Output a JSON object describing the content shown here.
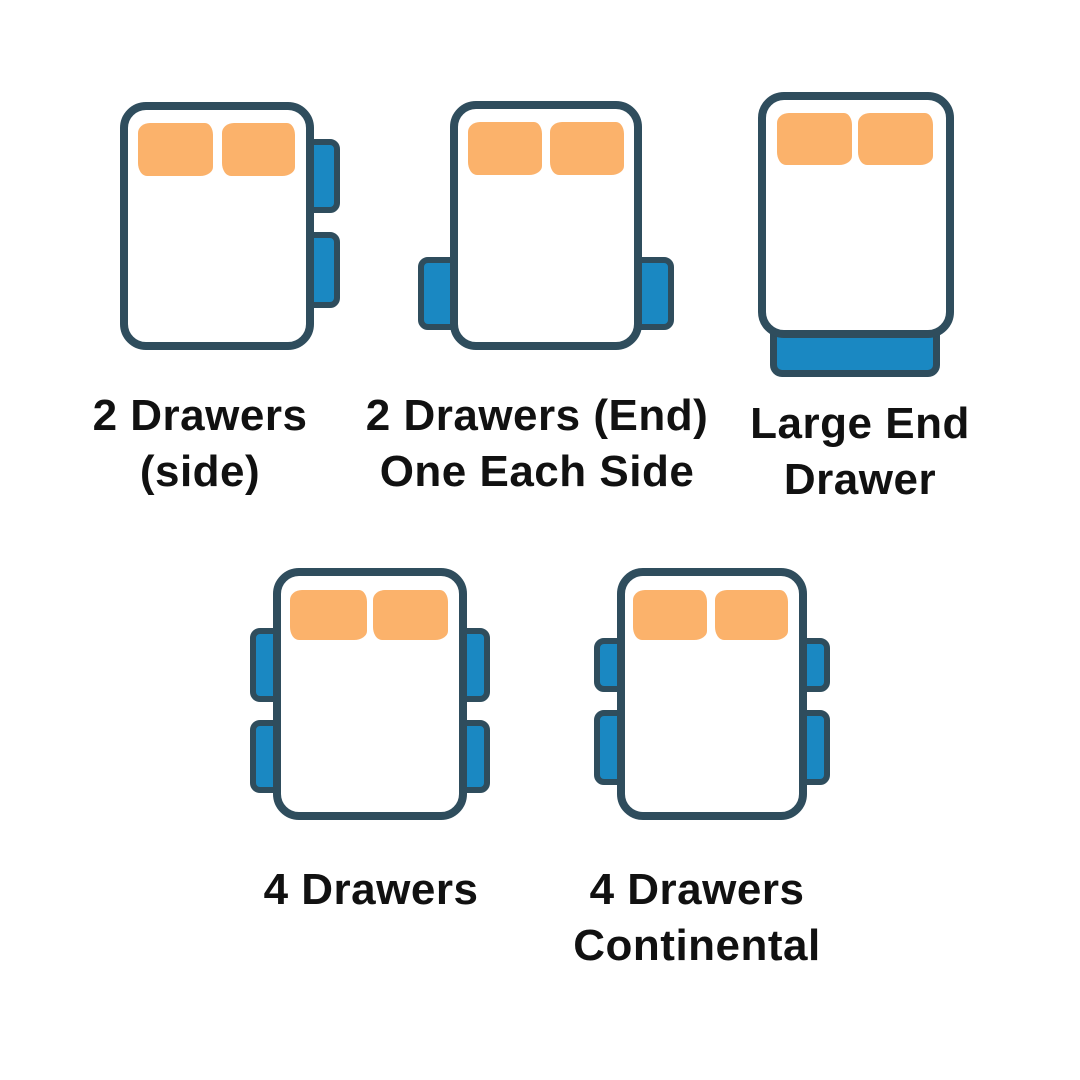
{
  "page": {
    "background": "#ffffff"
  },
  "colors": {
    "page_bg": "#ffffff",
    "outline": "#2f4d5d",
    "drawer_fill": "#1a88c2",
    "pillow_fill": "#fbb26b",
    "bed_fill": "#ffffff",
    "label_text": "#111111"
  },
  "diagram": {
    "variants": [
      {
        "id": "2-drawers-side",
        "label_lines": [
          "2 Drawers",
          "(side)"
        ],
        "drawers": {
          "right_side": 2
        }
      },
      {
        "id": "2-drawers-end-one-each-side",
        "label_lines": [
          "2 Drawers (End)",
          "One Each Side"
        ],
        "drawers": {
          "left_side": 1,
          "right_side": 1
        }
      },
      {
        "id": "large-end-drawer",
        "label_lines": [
          "Large End",
          "Drawer"
        ],
        "drawers": {
          "end": 1
        }
      },
      {
        "id": "4-drawers",
        "label_lines": [
          "4 Drawers"
        ],
        "drawers": {
          "left_side": 2,
          "right_side": 2
        }
      },
      {
        "id": "4-drawers-continental",
        "label_lines": [
          "4 Drawers",
          "Continental"
        ],
        "drawers": {
          "left_side": 2,
          "right_side": 2,
          "note_shape": "short top drawers, long bottom drawers"
        }
      }
    ]
  }
}
